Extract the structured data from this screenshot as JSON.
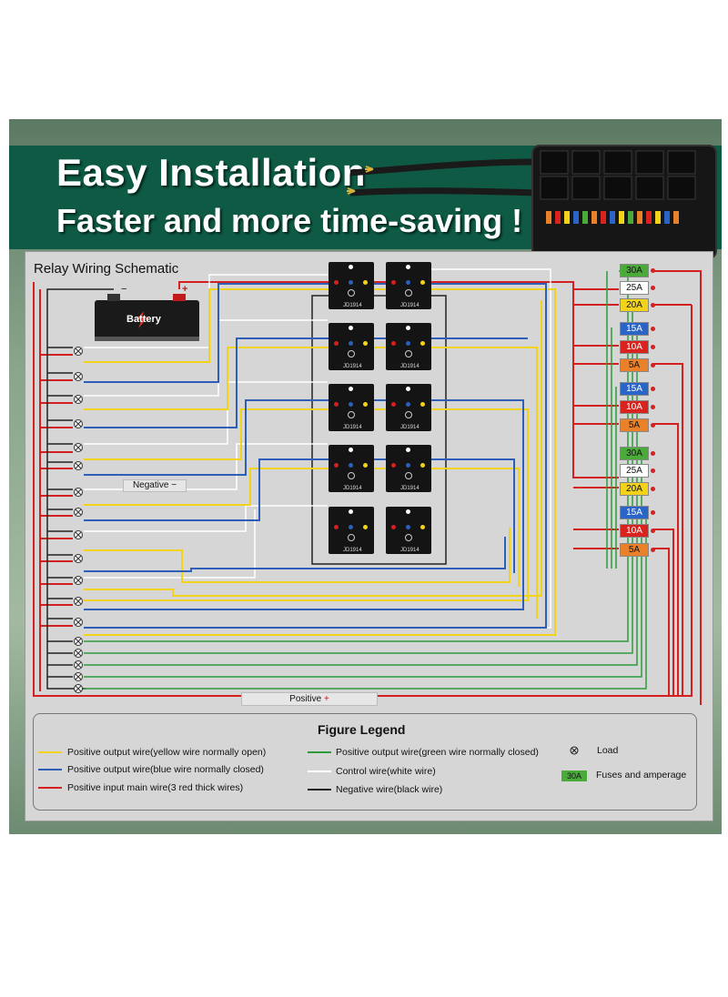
{
  "header": {
    "title": "Easy Installation",
    "subtitle": "Faster and more time-saving !"
  },
  "schematic": {
    "title": "Relay Wiring Schematic",
    "battery_label": "Battery",
    "battery_neg": "−",
    "battery_pos": "+",
    "negative_bus_label": "Negative −",
    "positive_bus_label": "Positive",
    "positive_bus_sign": "+",
    "relay_label": "JD1914"
  },
  "fuses": [
    {
      "label": "30A",
      "color": "#4bab3a"
    },
    {
      "label": "25A",
      "color": "#ffffff"
    },
    {
      "label": "20A",
      "color": "#f3d21c"
    },
    {
      "label": "15A",
      "color": "#2a64c6"
    },
    {
      "label": "10A",
      "color": "#d8231f"
    },
    {
      "label": "5A",
      "color": "#e8812a"
    },
    {
      "label": "15A",
      "color": "#2a64c6"
    },
    {
      "label": "10A",
      "color": "#d8231f"
    },
    {
      "label": "5A",
      "color": "#e8812a"
    },
    {
      "label": "30A",
      "color": "#4bab3a"
    },
    {
      "label": "25A",
      "color": "#ffffff"
    },
    {
      "label": "20A",
      "color": "#f3d21c"
    },
    {
      "label": "15A",
      "color": "#2a64c6"
    },
    {
      "label": "10A",
      "color": "#d8231f"
    },
    {
      "label": "5A",
      "color": "#e8812a"
    }
  ],
  "legend": {
    "title": "Figure Legend",
    "items": {
      "yellow": "Positive output wire(yellow wire normally open)",
      "blue": "Positive output wire(blue wire normally closed)",
      "red": "Positive input main wire(3 red thick wires)",
      "green": "Positive output wire(green wire normally closed)",
      "white": "Control wire(white wire)",
      "black": "Negative wire(black wire)",
      "load": "Load",
      "fuse_sample": "30A",
      "fuse": "Fuses and amperage"
    }
  },
  "colors": {
    "yellow_wire": "#f2d31b",
    "blue_wire": "#2d5fb8",
    "red_wire": "#d42020",
    "green_wire": "#2f9a3a",
    "white_wire": "#ffffff",
    "black_wire": "#222222",
    "header_band": "#0e5a45"
  }
}
